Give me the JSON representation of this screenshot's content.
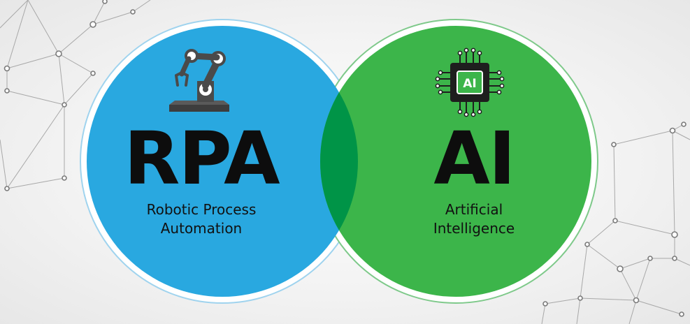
{
  "colors": {
    "rpa_circle": "#29a8e0",
    "ai_circle": "#3cb54a",
    "overlap": "#009447",
    "ring_blue": "#9fd3ee",
    "ring_green": "#7ec98a",
    "network": "#9a9a9a",
    "text": "#0d0d0d"
  },
  "rpa": {
    "acronym": "RPA",
    "full_line1": "Robotic Process",
    "full_line2": "Automation",
    "icon": "robotic-arm-icon"
  },
  "ai": {
    "acronym": "AI",
    "full_line1": "Artificial",
    "full_line2": "Intelligence",
    "icon": "ai-chip-icon",
    "chip_label": "AI"
  },
  "decoration": {
    "icon": "network-nodes-icon"
  }
}
